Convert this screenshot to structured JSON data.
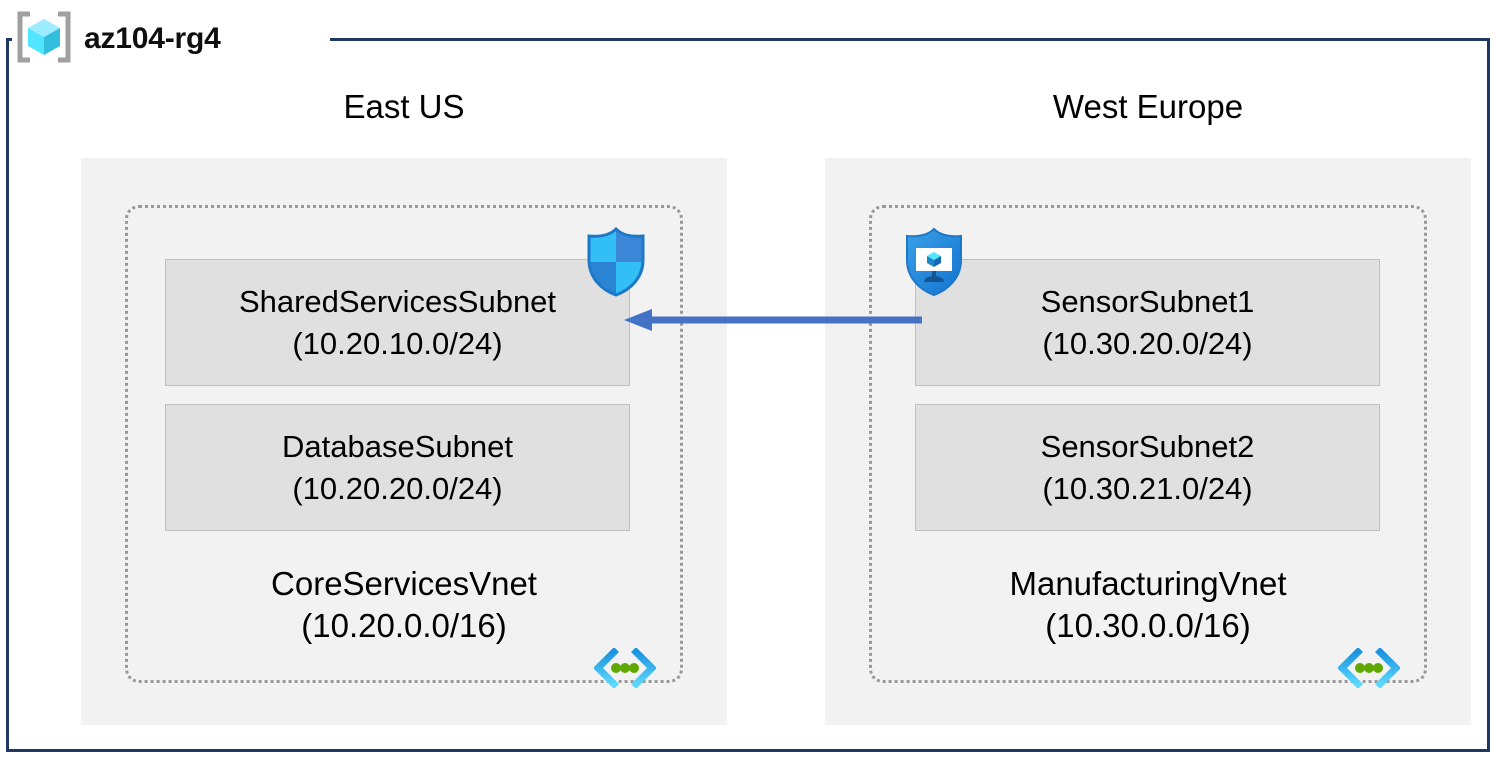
{
  "resource_group": {
    "name": "az104-rg4",
    "icon": "resource-group-cube-icon"
  },
  "colors": {
    "frame_border": "#1F3864",
    "region_fill": "#F2F2F2",
    "vnet_border": "#999999",
    "subnet_fill": "#E0E0E0",
    "subnet_border": "#BFBFBF",
    "arrow": "#4472C4",
    "vnet_icon_bracket": "#32BEEF",
    "vnet_icon_dot": "#5EA800",
    "nsg_shield_light": "#32BFF5",
    "nsg_shield_dark": "#3C87D8",
    "cube_top": "#9CEBFF",
    "cube_left": "#50E6FF",
    "cube_right": "#32BEDD",
    "bracket_gray": "#A0A0A0"
  },
  "regions": [
    {
      "label": "East US",
      "vnet": {
        "name": "CoreServicesVnet",
        "cidr": "(10.20.0.0/16)",
        "icon": "virtual-network-icon",
        "subnets": [
          {
            "name": "SharedServicesSubnet",
            "cidr": "(10.20.10.0/24)",
            "badge_icon": "network-security-group-shield-icon"
          },
          {
            "name": "DatabaseSubnet",
            "cidr": "(10.20.20.0/24)",
            "badge_icon": null
          }
        ]
      }
    },
    {
      "label": "West Europe",
      "vnet": {
        "name": "ManufacturingVnet",
        "cidr": "(10.30.0.0/16)",
        "icon": "virtual-network-icon",
        "subnets": [
          {
            "name": "SensorSubnet1",
            "cidr": "(10.30.20.0/24)",
            "badge_icon": "security-center-vm-shield-icon"
          },
          {
            "name": "SensorSubnet2",
            "cidr": "(10.30.21.0/24)",
            "badge_icon": null
          }
        ]
      }
    }
  ],
  "connections": [
    {
      "name": "vnet-peering-arrow",
      "from": "SensorSubnet1",
      "to": "SharedServicesSubnet",
      "direction": "left",
      "style": "solid"
    }
  ]
}
